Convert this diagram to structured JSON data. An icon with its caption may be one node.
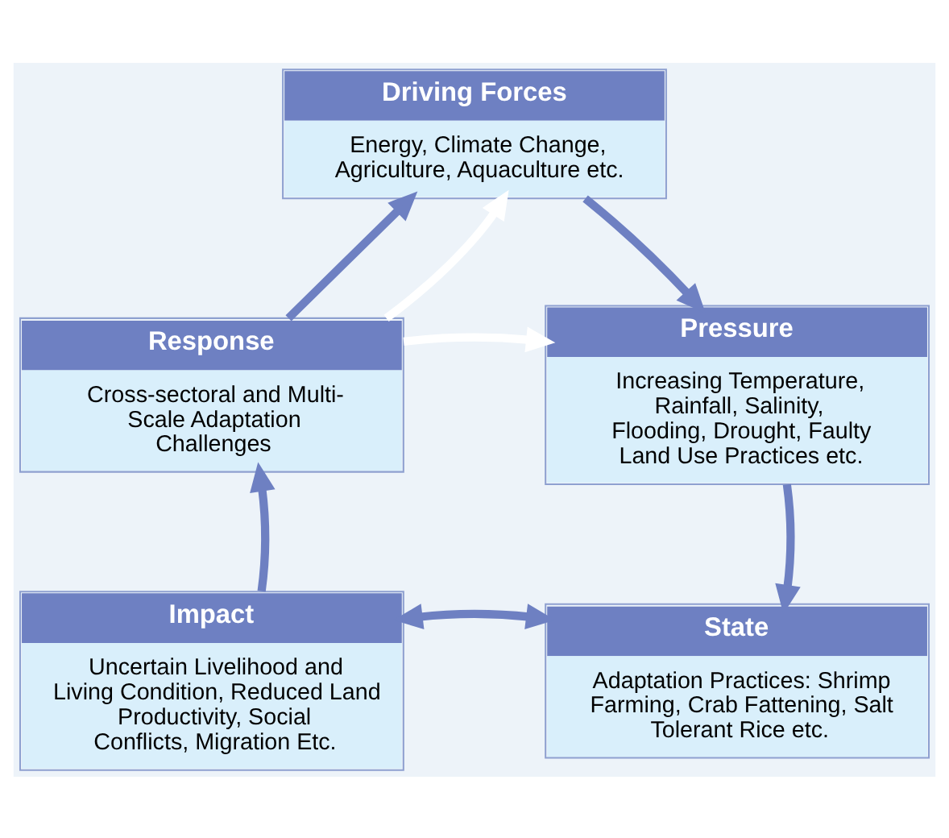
{
  "diagram": {
    "nodes": [
      {
        "text": [
          "Driving Forces",
          "Energy, Climate Change, Agriculture, Aquaculture etc."
        ]
      },
      {
        "text": [
          "Response",
          "Cross-sectoral and Multi-Scale Adaptation Challenges"
        ]
      },
      {
        "text": [
          "Pressure",
          "Increasing Temperature, Rainfall, Salinity, Flooding, Drought, Faulty Land Use Practices etc."
        ]
      },
      {
        "text": [
          "Impact",
          "Uncertain Livelihood and Living Condition, Reduced Land Productivity, Social Conflicts, Migration Etc."
        ]
      },
      {
        "text": [
          "State",
          "Adaptation Practices: Shrimp Farming, Crab Fattening, Salt Tolerant Rice etc."
        ]
      }
    ],
    "edges": [
      {
        "from": 0,
        "to": 2,
        "arrow": "to"
      },
      {
        "from": 2,
        "to": 4,
        "arrow": "to"
      },
      {
        "from": 3,
        "to": 4,
        "arrow": "both"
      },
      {
        "from": 3,
        "to": 1,
        "arrow": "to"
      },
      {
        "from": 1,
        "to": 0,
        "arrow": "to"
      },
      {
        "from": 1,
        "to": 0,
        "arrow": "to",
        "color": "#ffffff"
      },
      {
        "from": 1,
        "to": 2,
        "arrow": "to",
        "color": "#ffffff"
      }
    ]
  }
}
